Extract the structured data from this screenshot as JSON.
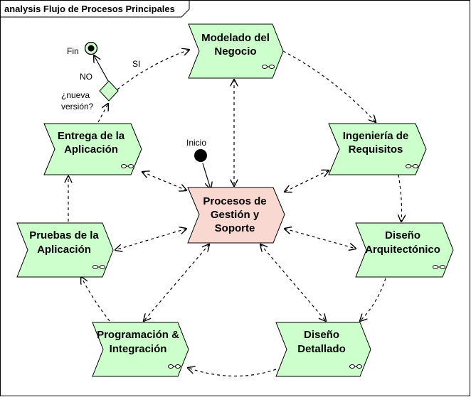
{
  "diagram": {
    "title": "analysis Flujo de Procesos Principales",
    "colors": {
      "activity_fill": "#ccffcc",
      "central_fill": "#f8d8d0",
      "border": "#000000"
    },
    "nodes": [
      {
        "id": "modelado",
        "lines": [
          "Modelado del",
          "Negocio"
        ]
      },
      {
        "id": "ingenieria",
        "lines": [
          "Ingeniería de",
          "Requisitos"
        ]
      },
      {
        "id": "arquitectonico",
        "lines": [
          "Diseño",
          "Arquitectónico"
        ]
      },
      {
        "id": "detallado",
        "lines": [
          "Diseño",
          "Detallado"
        ]
      },
      {
        "id": "programacion",
        "lines": [
          "Programación &",
          "Integración"
        ]
      },
      {
        "id": "pruebas",
        "lines": [
          "Pruebas de la",
          "Aplicación"
        ]
      },
      {
        "id": "entrega",
        "lines": [
          "Entrega de la",
          "Aplicación"
        ]
      },
      {
        "id": "procesos",
        "lines": [
          "Procesos de",
          "Gestión y",
          "Soporte"
        ]
      }
    ],
    "labels": {
      "inicio": "Inicio",
      "fin": "Fin",
      "si": "SI",
      "no": "NO",
      "decision": [
        "¿nueva",
        "versión?"
      ]
    }
  }
}
